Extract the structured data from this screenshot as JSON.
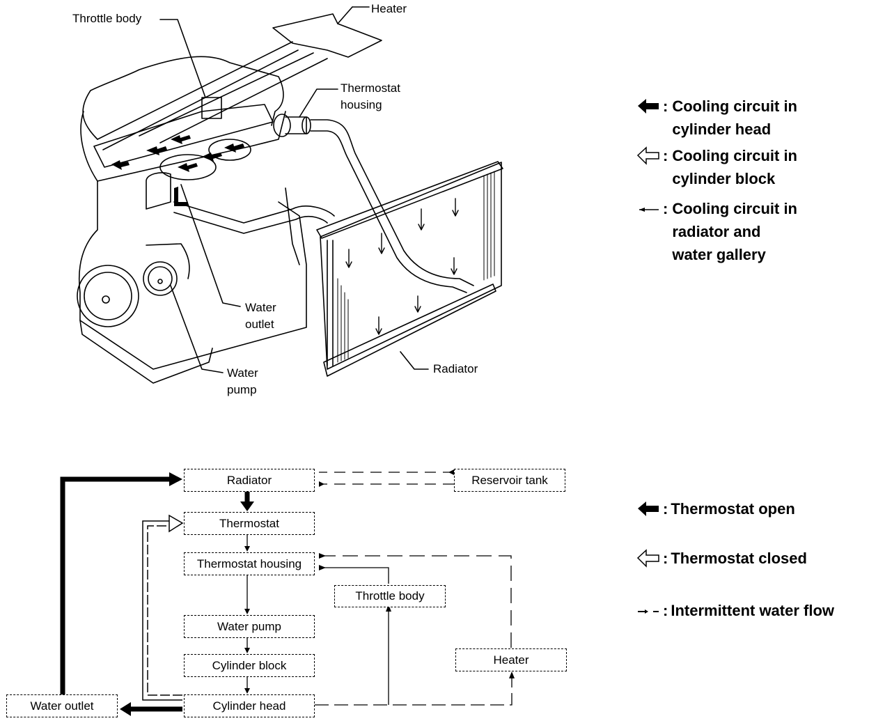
{
  "illustration": {
    "labels": {
      "throttle_body": "Throttle body",
      "heater": "Heater",
      "thermostat_housing_1": "Thermostat",
      "thermostat_housing_2": "housing",
      "water_outlet_1": "Water",
      "water_outlet_2": "outlet",
      "water_pump_1": "Water",
      "water_pump_2": "pump",
      "radiator": "Radiator"
    }
  },
  "legend_top": {
    "items": [
      {
        "icon": "solid-arrow-left",
        "lines": [
          "Cooling circuit in",
          "cylinder head"
        ]
      },
      {
        "icon": "hollow-arrow-left",
        "lines": [
          "Cooling circuit in",
          "cylinder block"
        ]
      },
      {
        "icon": "thin-arrow-left",
        "lines": [
          "Cooling circuit in",
          "radiator and",
          "water gallery"
        ]
      }
    ],
    "separator": ":"
  },
  "flow_diagram": {
    "nodes": {
      "radiator": "Radiator",
      "reservoir_tank": "Reservoir tank",
      "thermostat": "Thermostat",
      "thermostat_housing": "Thermostat housing",
      "throttle_body": "Throttle body",
      "water_pump": "Water pump",
      "cylinder_block": "Cylinder block",
      "heater": "Heater",
      "water_outlet": "Water outlet",
      "cylinder_head": "Cylinder head"
    }
  },
  "legend_bottom": {
    "items": [
      {
        "icon": "solid-arrow-left",
        "label": "Thermostat open"
      },
      {
        "icon": "hollow-arrow-left",
        "label": "Thermostat closed"
      },
      {
        "icon": "dashed-arrow",
        "label": "Intermittent water flow"
      }
    ],
    "separator": ":"
  }
}
